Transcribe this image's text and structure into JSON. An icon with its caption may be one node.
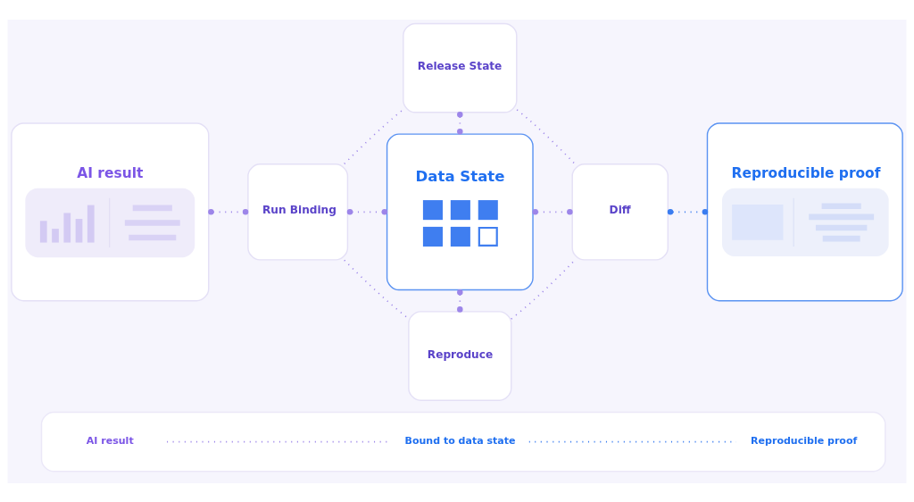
{
  "diagram": {
    "nodes": [
      {
        "text": [
          "Release State"
        ]
      },
      {
        "text": [
          "AI result"
        ]
      },
      {
        "text": [
          "Run Binding"
        ]
      },
      {
        "text": [
          "Data State"
        ]
      },
      {
        "text": [
          "Diff"
        ]
      },
      {
        "text": [
          "Reproducible proof"
        ]
      },
      {
        "text": [
          "Reproduce"
        ]
      },
      {
        "text": [],
        "shape": "box"
      },
      {
        "text": [
          "AI result"
        ],
        "in": 7
      },
      {
        "text": [
          "Bound to data state"
        ],
        "in": 7
      },
      {
        "text": [
          "Reproducible proof"
        ],
        "in": 7
      }
    ],
    "edges": [
      {
        "from": 1,
        "to": 2,
        "arrow": "other"
      },
      {
        "from": 2,
        "to": 3,
        "arrow": "other"
      },
      {
        "from": 3,
        "to": 4,
        "arrow": "other"
      },
      {
        "from": 4,
        "to": 5,
        "arrow": "other",
        "color": "#3b7df0"
      },
      {
        "from": 0,
        "to": 3,
        "arrow": "other"
      },
      {
        "from": 3,
        "to": 6,
        "arrow": "other"
      },
      {
        "from": 2,
        "to": 0,
        "arrow": "none"
      },
      {
        "from": 0,
        "to": 4,
        "arrow": "none"
      },
      {
        "from": 2,
        "to": 6,
        "arrow": "none"
      },
      {
        "from": 6,
        "to": 4,
        "arrow": "none"
      },
      {
        "from": 8,
        "to": 9,
        "arrow": "none"
      },
      {
        "from": 9,
        "to": 10,
        "arrow": "none",
        "color": "#3b7df0"
      }
    ]
  }
}
